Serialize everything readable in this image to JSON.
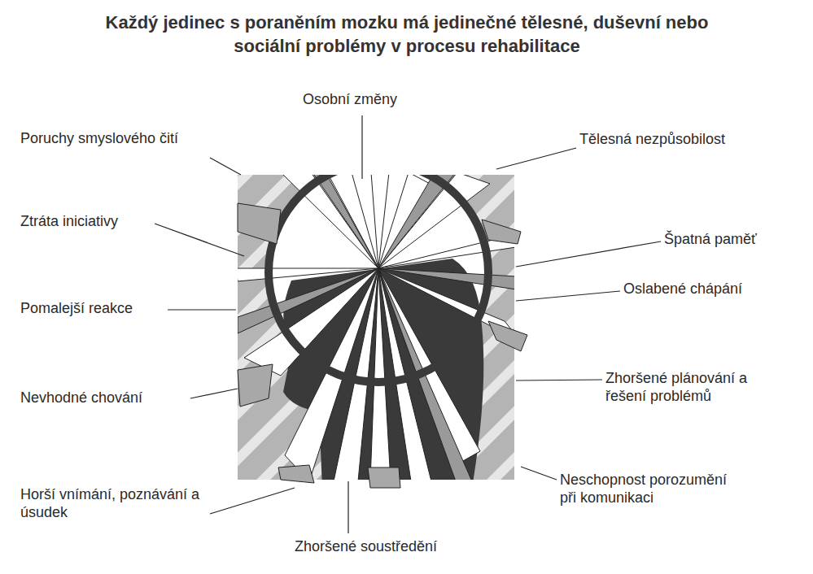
{
  "diagram": {
    "title": "Každý jedinec s poraněním mozku má jedinečné tělesné, duševní nebo sociální problémy v procesu rehabilitace",
    "labels": [
      "Osobní změny",
      "Poruchy smyslového čití",
      "Tělesná nezpůsobilost",
      "Ztráta iniciativy",
      "Špatná paměť",
      "Oslabené chápání",
      "Pomalejší reakce",
      "Zhoršené plánování a řešení problémů",
      "Nevhodné chování",
      "Horší vnímání, poznávání a úsudek",
      "Neschopnost porozumění při komunikaci",
      "Zhoršené soustředění"
    ]
  }
}
